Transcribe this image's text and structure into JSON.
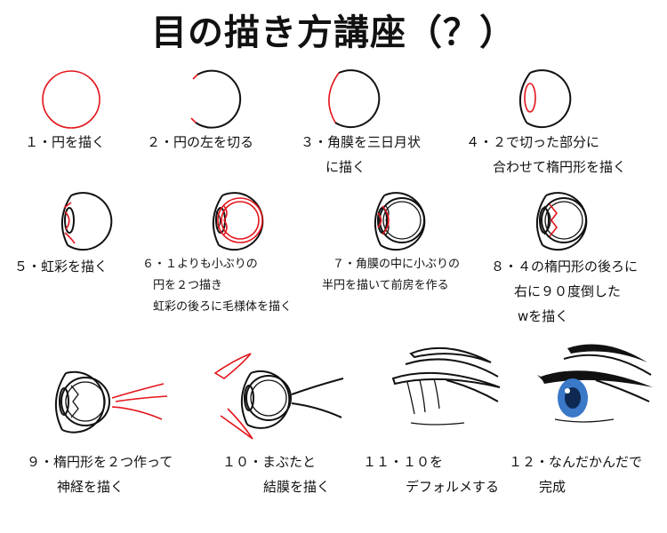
{
  "title": "目の描き方講座（？）",
  "steps": [
    {
      "lines": [
        "１・円を描く"
      ]
    },
    {
      "lines": [
        "２・円の左を切る"
      ]
    },
    {
      "lines": [
        "３・角膜を三日月状",
        "に描く"
      ]
    },
    {
      "lines": [
        "４・２で切った部分に",
        "合わせて楕円形を描く"
      ]
    },
    {
      "lines": [
        "５・虹彩を描く"
      ]
    },
    {
      "lines": [
        "６・１よりも小ぶりの",
        "円を２つ描き",
        "虹彩の後ろに毛様体を描く"
      ]
    },
    {
      "lines": [
        "７・角膜の中に小ぶりの",
        "半円を描いて前房を作る"
      ]
    },
    {
      "lines": [
        "８・４の楕円形の後ろに",
        "右に９０度倒した",
        "wを描く"
      ]
    },
    {
      "lines": [
        "９・楕円形を２つ作って",
        "神経を描く"
      ]
    },
    {
      "lines": [
        "１０・まぶたと",
        "結膜を描く"
      ]
    },
    {
      "lines": [
        "１１・１０を",
        "デフォルメする"
      ]
    },
    {
      "lines": [
        "１２・なんだかんだで",
        "完成"
      ]
    }
  ],
  "colors": {
    "line": "#111111",
    "accent": "#e3141b",
    "iris": "#3a78c8",
    "background": "#ffffff"
  }
}
